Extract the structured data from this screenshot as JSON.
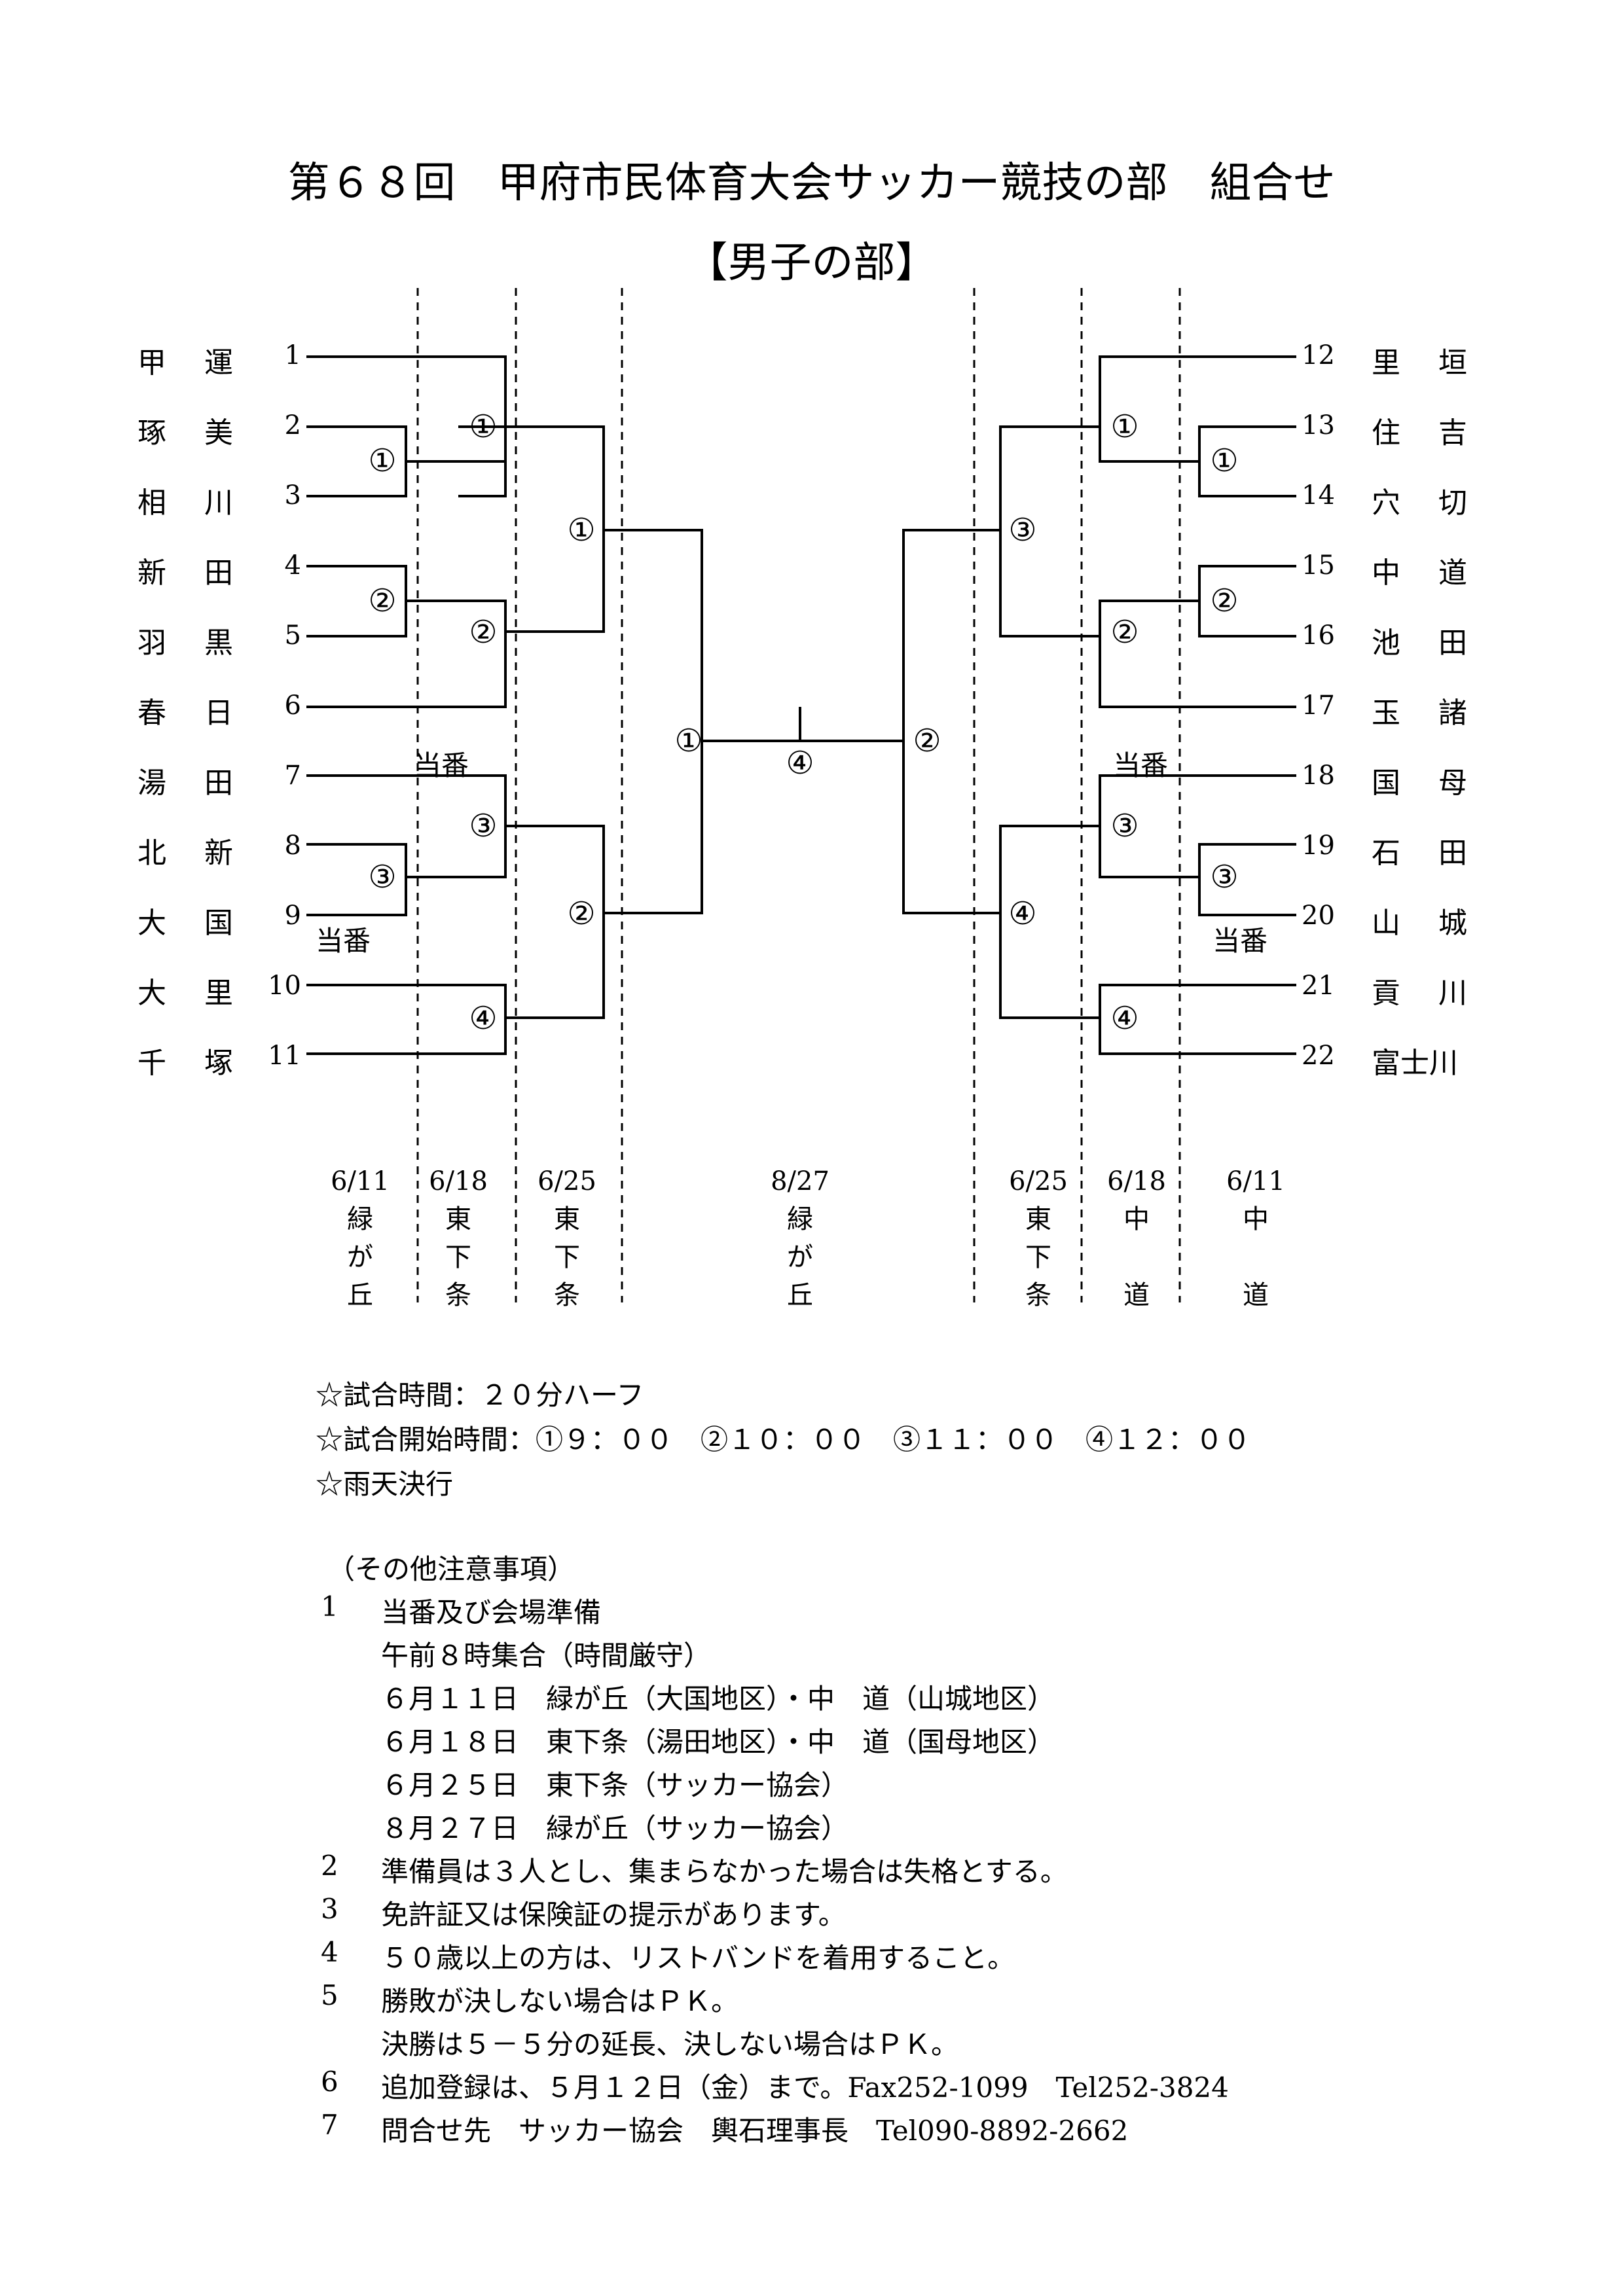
{
  "title": "第６８回　甲府市民体育大会サッカー競技の部　組合せ",
  "subtitle": "【男子の部】",
  "left_teams": [
    {
      "name": "甲運",
      "num": "1"
    },
    {
      "name": "琢美",
      "num": "2"
    },
    {
      "name": "相川",
      "num": "3"
    },
    {
      "name": "新田",
      "num": "4"
    },
    {
      "name": "羽黒",
      "num": "5"
    },
    {
      "name": "春日",
      "num": "6"
    },
    {
      "name": "湯田",
      "num": "7"
    },
    {
      "name": "北新",
      "num": "8"
    },
    {
      "name": "大国",
      "num": "9"
    },
    {
      "name": "大里",
      "num": "10"
    },
    {
      "name": "千塚",
      "num": "11"
    }
  ],
  "right_teams": [
    {
      "name": "里垣",
      "num": "12"
    },
    {
      "name": "住吉",
      "num": "13"
    },
    {
      "name": "穴切",
      "num": "14"
    },
    {
      "name": "中道",
      "num": "15"
    },
    {
      "name": "池田",
      "num": "16"
    },
    {
      "name": "玉諸",
      "num": "17"
    },
    {
      "name": "国母",
      "num": "18"
    },
    {
      "name": "石田",
      "num": "19"
    },
    {
      "name": "山城",
      "num": "20"
    },
    {
      "name": "貢川",
      "num": "21"
    },
    {
      "name": "富士川",
      "num": "22"
    }
  ],
  "matches": {
    "l_r1_1": "①",
    "l_r1_2": "②",
    "l_r1_3": "③",
    "l_r2_1": "①",
    "l_r2_2": "②",
    "l_r2_3": "③",
    "l_r2_4": "④",
    "l_r3_1": "①",
    "l_r3_2": "②",
    "l_semi": "①",
    "final": "④",
    "r_semi": "②",
    "r_r3_1": "③",
    "r_r3_2": "④",
    "r_r2_1": "①",
    "r_r2_2": "②",
    "r_r2_3": "③",
    "r_r2_4": "④",
    "r_r1_1": "①",
    "r_r1_2": "②",
    "r_r1_3": "③"
  },
  "duty_label": "当番",
  "schedule": [
    {
      "date": "6/11",
      "venue": [
        "緑",
        "が",
        "丘"
      ]
    },
    {
      "date": "6/18",
      "venue": [
        "東",
        "下",
        "条"
      ]
    },
    {
      "date": "6/25",
      "venue": [
        "東",
        "下",
        "条"
      ]
    },
    {
      "date": "8/27",
      "venue": [
        "緑",
        "が",
        "丘"
      ]
    },
    {
      "date": "6/25",
      "venue": [
        "東",
        "下",
        "条"
      ]
    },
    {
      "date": "6/18",
      "venue": [
        "中",
        "",
        "道"
      ]
    },
    {
      "date": "6/11",
      "venue": [
        "中",
        "",
        "道"
      ]
    }
  ],
  "info": [
    "☆試合時間：２０分ハーフ",
    "☆試合開始時間：①９：００　②１０：００　③１１：００　④１２：００",
    "☆雨天決行"
  ],
  "notes_header": "（その他注意事項）",
  "notes": [
    {
      "num": "1",
      "text": "当番及び会場準備",
      "sub": [
        "午前８時集合（時間厳守）",
        "６月１１日　緑が丘（大国地区）・中　道（山城地区）",
        "６月１８日　東下条（湯田地区）・中　道（国母地区）",
        "６月２５日　東下条（サッカー協会）",
        "８月２７日　緑が丘（サッカー協会）"
      ]
    },
    {
      "num": "2",
      "text": "準備員は３人とし、集まらなかった場合は失格とする。",
      "sub": []
    },
    {
      "num": "3",
      "text": "免許証又は保険証の提示があります。",
      "sub": []
    },
    {
      "num": "4",
      "text": "５０歳以上の方は、リストバンドを着用すること。",
      "sub": []
    },
    {
      "num": "5",
      "text": "勝敗が決しない場合はＰＫ。",
      "sub": [
        "決勝は５－５分の延長、決しない場合はＰＫ。"
      ]
    },
    {
      "num": "6",
      "text": "追加登録は、５月１２日（金）まで。Fax252-1099　Tel252-3824",
      "sub": []
    },
    {
      "num": "7",
      "text": "問合せ先　サッカー協会　輿石理事長　Tel090-8892-2662",
      "sub": []
    }
  ]
}
